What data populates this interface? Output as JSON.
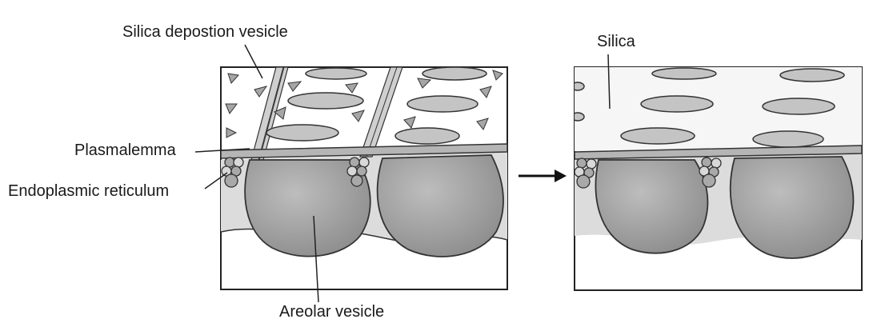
{
  "labels": {
    "silica_deposition_vesicle": "Silica depostion vesicle",
    "silica": "Silica",
    "plasmalemma": "Plasmalemma",
    "endoplasmic_reticulum": "Endoplasmic reticulum",
    "areolar_vesicle": "Areolar vesicle"
  },
  "colors": {
    "outline": "#222222",
    "vesicle_fill": "#9a9a9a",
    "membrane_fill": "#b8b8b8",
    "cytoplasm_fill": "#d9d9d9",
    "silica_fill": "#f4f4f4"
  }
}
